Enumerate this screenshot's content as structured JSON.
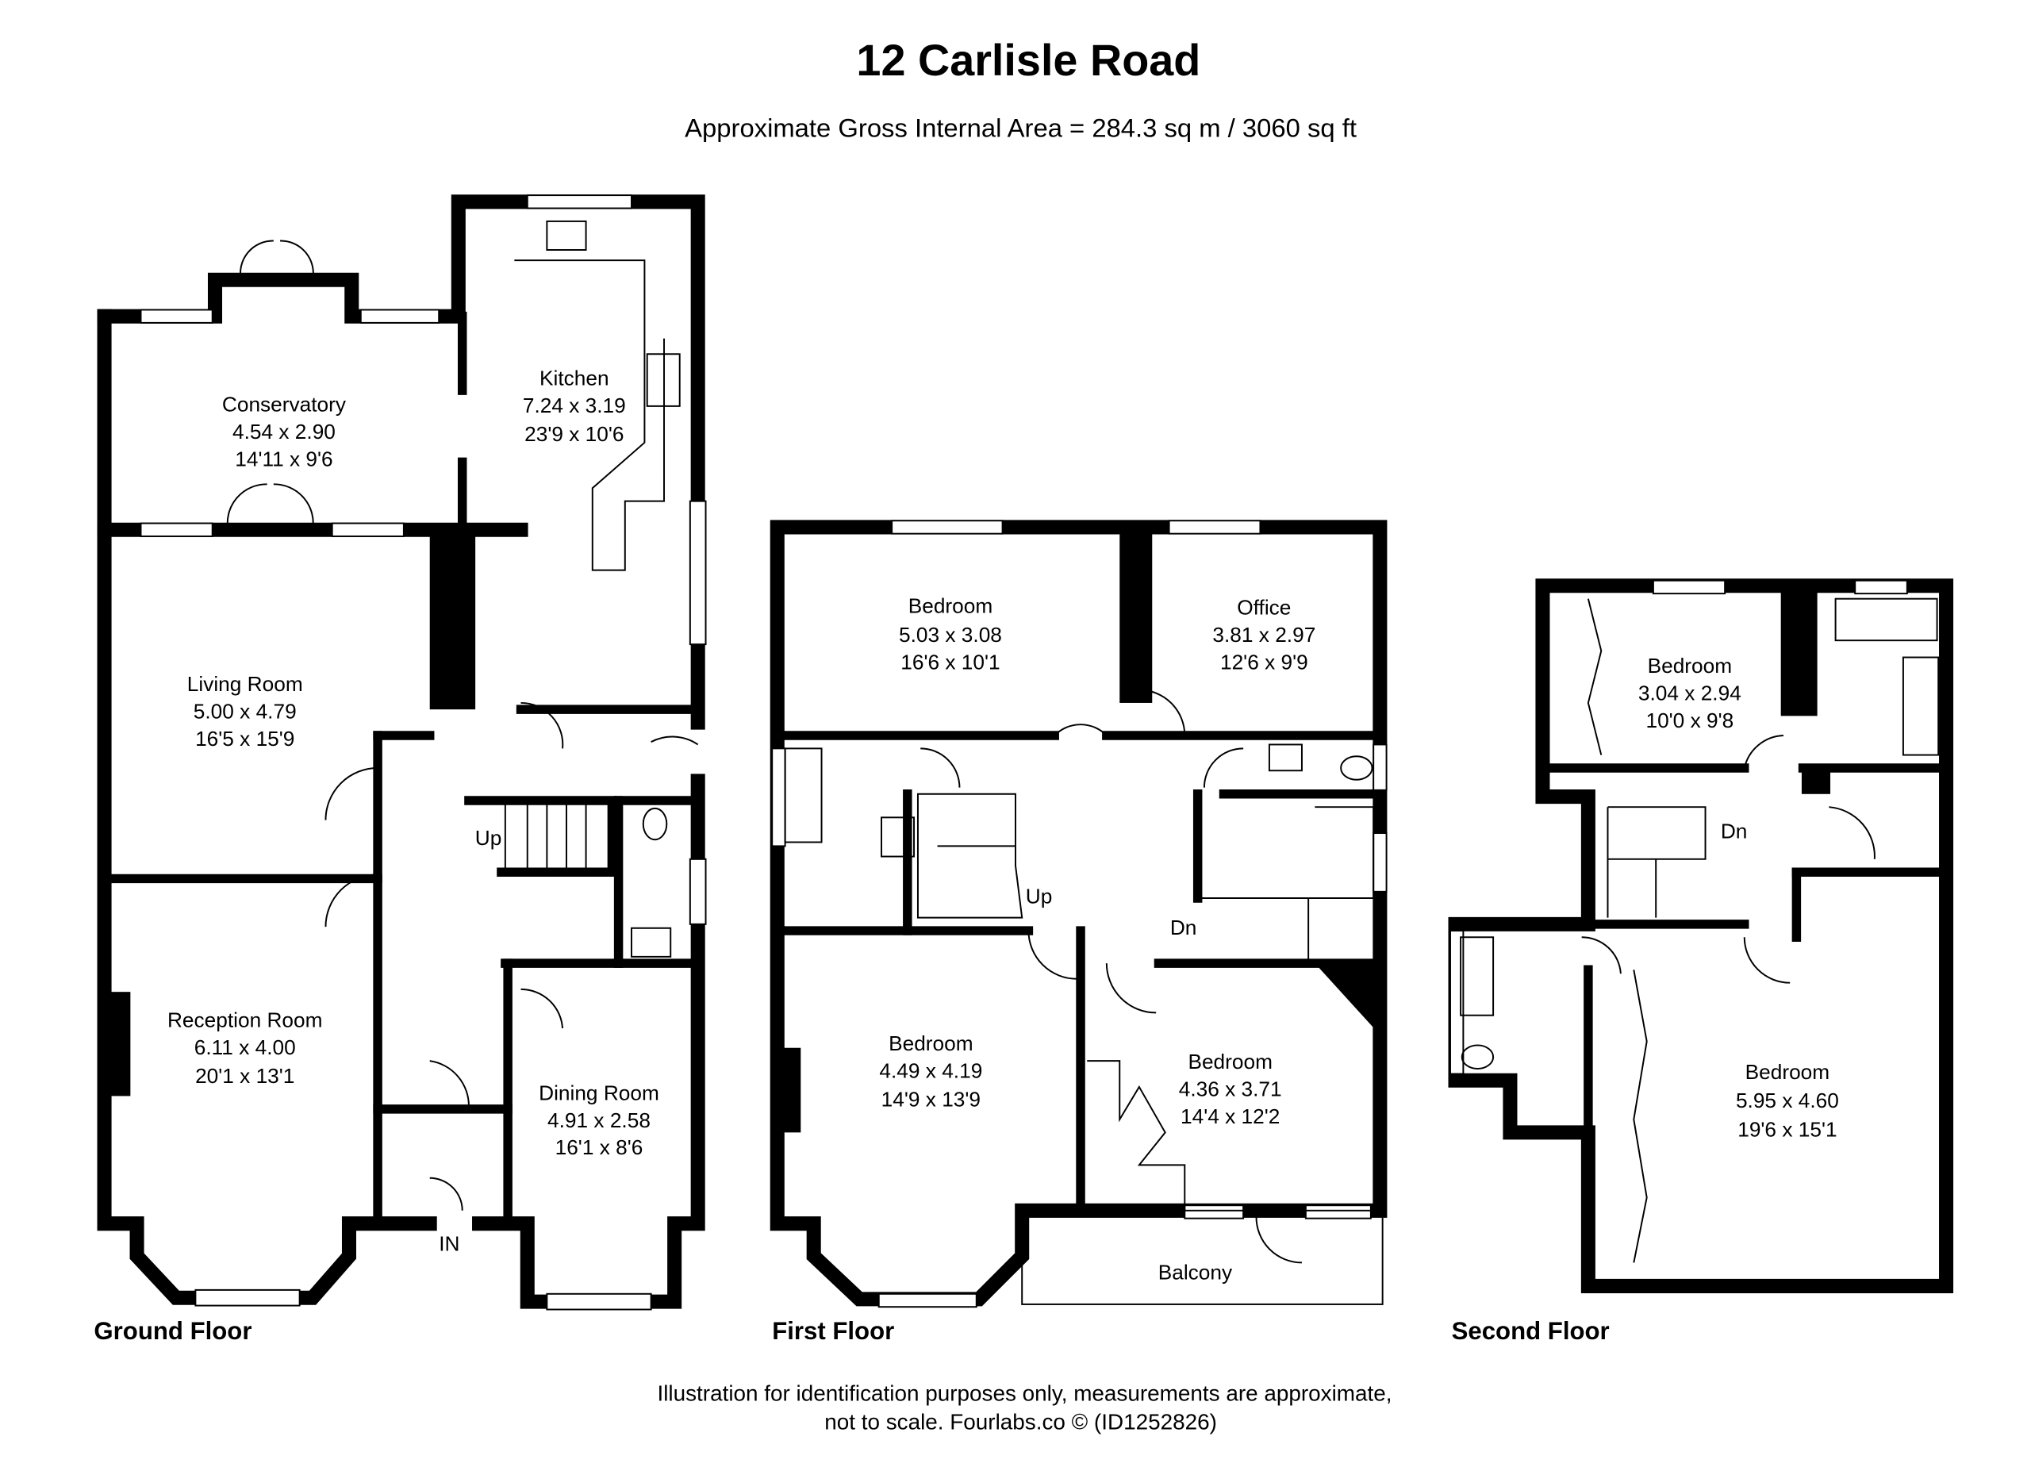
{
  "title": "12 Carlisle Road",
  "subtitle": "Approximate Gross Internal Area = 284.3 sq m / 3060 sq ft",
  "footer": {
    "line1": "Illustration for identification purposes only, measurements are approximate,",
    "line2": "not to scale. Fourlabs.co © (ID1252826)"
  },
  "floors": {
    "ground": {
      "label": "Ground Floor",
      "rooms": [
        {
          "name": "Conservatory",
          "metric": "4.54 x 2.90",
          "imperial": "14'11 x 9'6"
        },
        {
          "name": "Kitchen",
          "metric": "7.24 x 3.19",
          "imperial": "23'9 x 10'6"
        },
        {
          "name": "Living Room",
          "metric": "5.00 x 4.79",
          "imperial": "16'5 x 15'9"
        },
        {
          "name": "Reception Room",
          "metric": "6.11 x 4.00",
          "imperial": "20'1 x 13'1"
        },
        {
          "name": "Dining Room",
          "metric": "4.91 x 2.58",
          "imperial": "16'1 x 8'6"
        }
      ],
      "stairs": "Up",
      "entrance": "IN"
    },
    "first": {
      "label": "First Floor",
      "rooms": [
        {
          "name": "Bedroom",
          "metric": "5.03 x 3.08",
          "imperial": "16'6 x 10'1"
        },
        {
          "name": "Office",
          "metric": "3.81 x 2.97",
          "imperial": "12'6 x 9'9"
        },
        {
          "name": "Bedroom",
          "metric": "4.49 x 4.19",
          "imperial": "14'9 x 13'9"
        },
        {
          "name": "Bedroom",
          "metric": "4.36 x 3.71",
          "imperial": "14'4 x 12'2"
        }
      ],
      "stairs_up": "Up",
      "stairs_down": "Dn",
      "balcony": "Balcony"
    },
    "second": {
      "label": "Second Floor",
      "rooms": [
        {
          "name": "Bedroom",
          "metric": "3.04 x 2.94",
          "imperial": "10'0 x 9'8"
        },
        {
          "name": "Bedroom",
          "metric": "5.95 x 4.60",
          "imperial": "19'6 x 15'1"
        }
      ],
      "stairs_down": "Dn"
    }
  }
}
